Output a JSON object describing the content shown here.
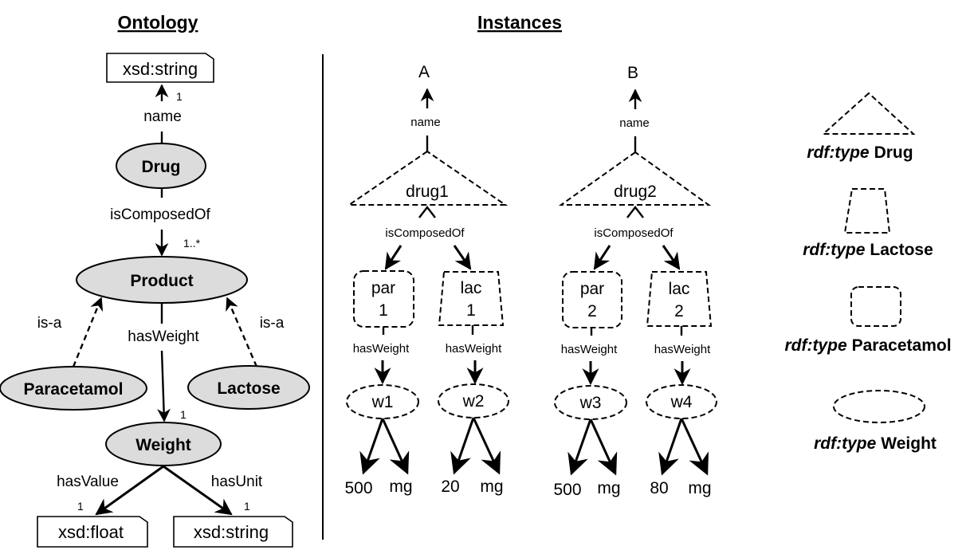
{
  "titles": {
    "ontology": "Ontology",
    "instances": "Instances"
  },
  "ontology": {
    "nodes": {
      "drug": "Drug",
      "product": "Product",
      "paracetamol": "Paracetamol",
      "lactose": "Lactose",
      "weight": "Weight"
    },
    "datatypes": {
      "top": "xsd:string",
      "float": "xsd:float",
      "unit": "xsd:string"
    },
    "edges": {
      "name": "name",
      "is_composed_of": "isComposedOf",
      "has_weight": "hasWeight",
      "is_a_left": "is-a",
      "is_a_right": "is-a",
      "has_value": "hasValue",
      "has_unit": "hasUnit"
    },
    "cardinalities": {
      "name": "1",
      "is_composed_of": "1..*",
      "has_weight": "1",
      "has_value": "1",
      "has_unit": "1"
    }
  },
  "instances": {
    "groups": [
      {
        "name_value": "A",
        "name_label": "name",
        "drug": "drug1",
        "composed_label": "isComposedOf",
        "par": "par 1",
        "lac": "lac 1",
        "par_weight_label": "hasWeight",
        "lac_weight_label": "hasWeight",
        "w_par": {
          "id": "w1",
          "value": "500",
          "unit": "mg"
        },
        "w_lac": {
          "id": "w2",
          "value": "20",
          "unit": "mg"
        }
      },
      {
        "name_value": "B",
        "name_label": "name",
        "drug": "drug2",
        "composed_label": "isComposedOf",
        "par": "par 2",
        "lac": "lac 2",
        "par_weight_label": "hasWeight",
        "lac_weight_label": "hasWeight",
        "w_par": {
          "id": "w3",
          "value": "500",
          "unit": "mg"
        },
        "w_lac": {
          "id": "w4",
          "value": "80",
          "unit": "mg"
        }
      }
    ]
  },
  "legend": [
    {
      "shape": "triangle",
      "prefix": "rdf:type",
      "class": "Drug"
    },
    {
      "shape": "trapezoid",
      "prefix": "rdf:type",
      "class": "Lactose"
    },
    {
      "shape": "rounded-rectangle",
      "prefix": "rdf:type",
      "class": "Paracetamol"
    },
    {
      "shape": "ellipse",
      "prefix": "rdf:type",
      "class": "Weight"
    }
  ]
}
